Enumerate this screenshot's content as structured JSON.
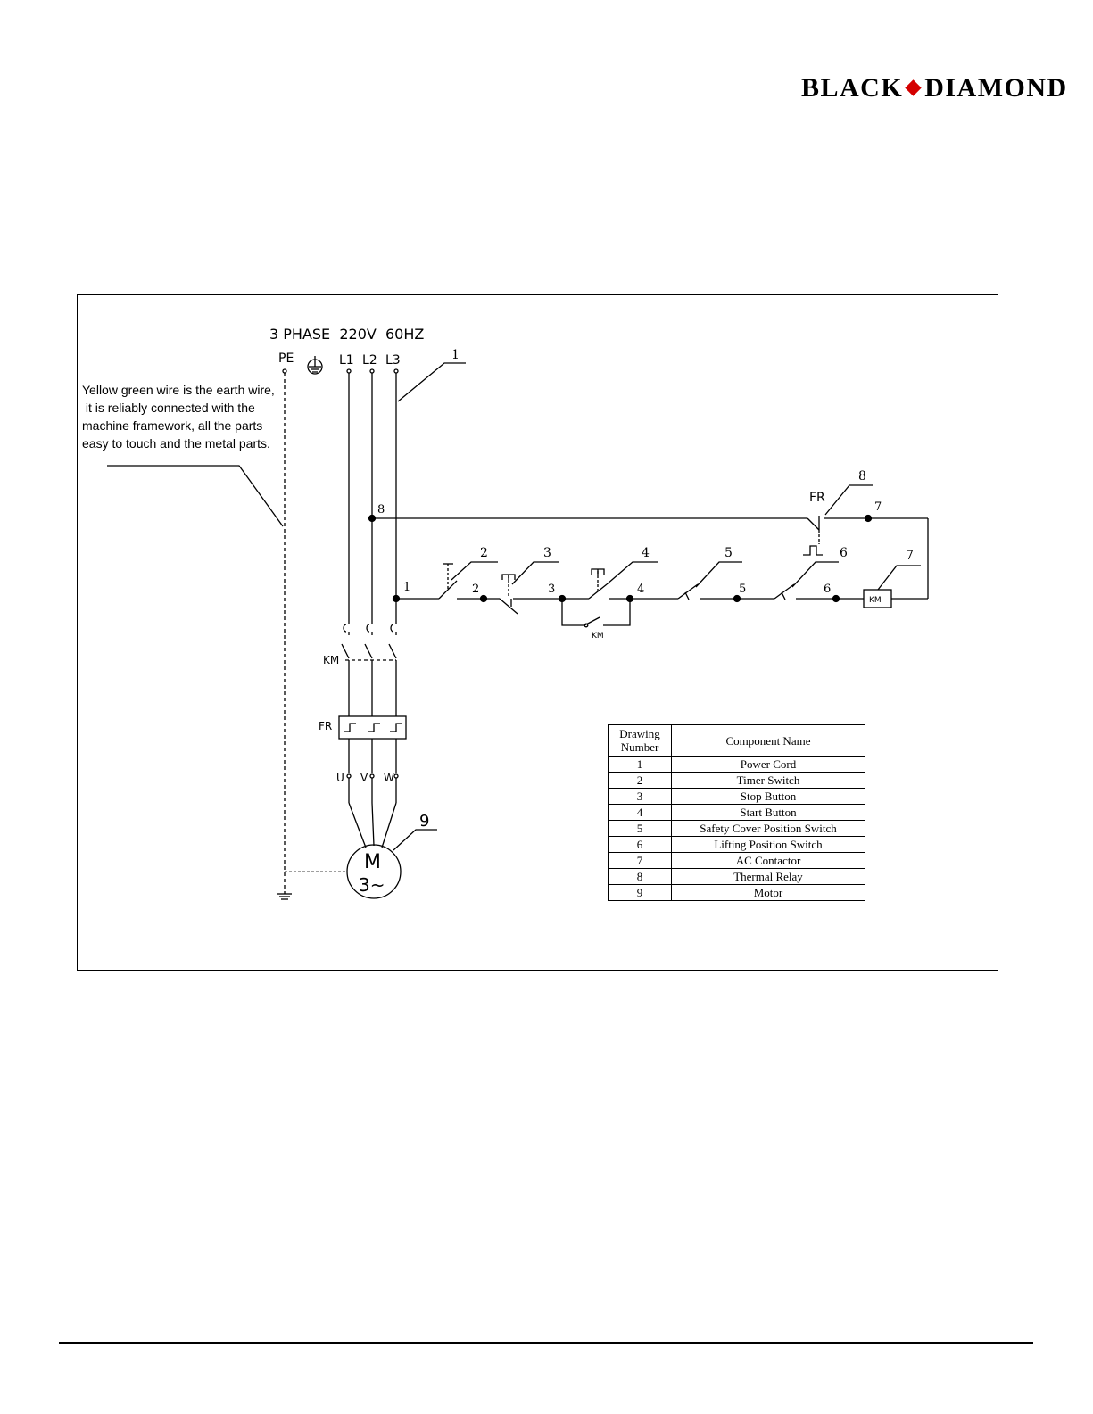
{
  "brand": {
    "left": "BLACK",
    "right": "DIAMOND",
    "accent_color": "#d40000"
  },
  "diagram": {
    "supply_label": "3 PHASE  220V  60HZ",
    "terminals": {
      "pe": "PE",
      "l1": "L1",
      "l2": "L2",
      "l3": "L3"
    },
    "earth_note": [
      "Yellow green wire is the earth wire,",
      " it is reliably connected with the",
      "machine framework, all the parts",
      "easy to touch and the metal parts."
    ],
    "callouts": {
      "c1": "1",
      "c2": "2",
      "c3": "3",
      "c4": "4",
      "c5": "5",
      "c6": "6",
      "c7": "7",
      "c8": "8",
      "c9": "9"
    },
    "nodes": {
      "n1": "1",
      "n2": "2",
      "n3": "3",
      "n4": "4",
      "n5": "5",
      "n6": "6",
      "n7": "7",
      "n8": "8"
    },
    "labels": {
      "km_main": "KM",
      "km_aux": "KM",
      "km_coil": "KM",
      "fr_main": "FR",
      "fr_contact": "FR",
      "u": "U",
      "v": "V",
      "w": "W",
      "motor_m": "M",
      "motor_3": "3~"
    }
  },
  "parts_table": {
    "headers": [
      "Drawing\nNumber",
      "Component Name"
    ],
    "header_number_line1": "Drawing",
    "header_number_line2": "Number",
    "header_name": "Component Name",
    "rows": [
      {
        "num": "1",
        "name": "Power Cord"
      },
      {
        "num": "2",
        "name": "Timer Switch"
      },
      {
        "num": "3",
        "name": "Stop Button"
      },
      {
        "num": "4",
        "name": "Start Button"
      },
      {
        "num": "5",
        "name": "Safety Cover Position Switch"
      },
      {
        "num": "6",
        "name": "Lifting Position Switch"
      },
      {
        "num": "7",
        "name": "AC Contactor"
      },
      {
        "num": "8",
        "name": "Thermal Relay"
      },
      {
        "num": "9",
        "name": "Motor"
      }
    ]
  }
}
